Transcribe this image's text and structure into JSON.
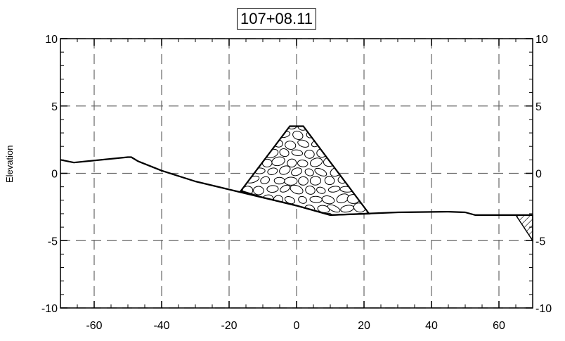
{
  "chart_data": {
    "type": "line",
    "title": "107+08.11",
    "ylabel": "Elevation",
    "xlabel": "",
    "xlim": [
      -70,
      70
    ],
    "ylim": [
      -10,
      10
    ],
    "x_ticks": [
      -60,
      -40,
      -20,
      0,
      20,
      40,
      60
    ],
    "y_ticks": [
      -10,
      -5,
      0,
      5,
      10
    ],
    "grid": true,
    "series": [
      {
        "values": [
          [
            -70,
            1.0
          ],
          [
            -66,
            0.8
          ],
          [
            -50,
            1.2
          ],
          [
            -49,
            1.2
          ],
          [
            -47,
            0.9
          ],
          [
            -40,
            0.2
          ],
          [
            -30,
            -0.6
          ],
          [
            -20,
            -1.2
          ],
          [
            -10,
            -1.8
          ],
          [
            0,
            -2.4
          ],
          [
            10,
            -3.1
          ],
          [
            30,
            -2.9
          ],
          [
            45,
            -2.85
          ],
          [
            50,
            -2.9
          ],
          [
            53,
            -3.1
          ],
          [
            70,
            -3.1
          ]
        ]
      }
    ],
    "embankment_polygon": [
      [
        -16.5,
        -1.3
      ],
      [
        -2,
        3.5
      ],
      [
        2,
        3.5
      ],
      [
        21.5,
        -3.0
      ],
      [
        10,
        -3.1
      ],
      [
        0,
        -2.4
      ],
      [
        -10,
        -1.8
      ]
    ],
    "hatched_polygon": [
      [
        65,
        -3.1
      ],
      [
        70,
        -3.1
      ],
      [
        70,
        -5.0
      ]
    ]
  }
}
